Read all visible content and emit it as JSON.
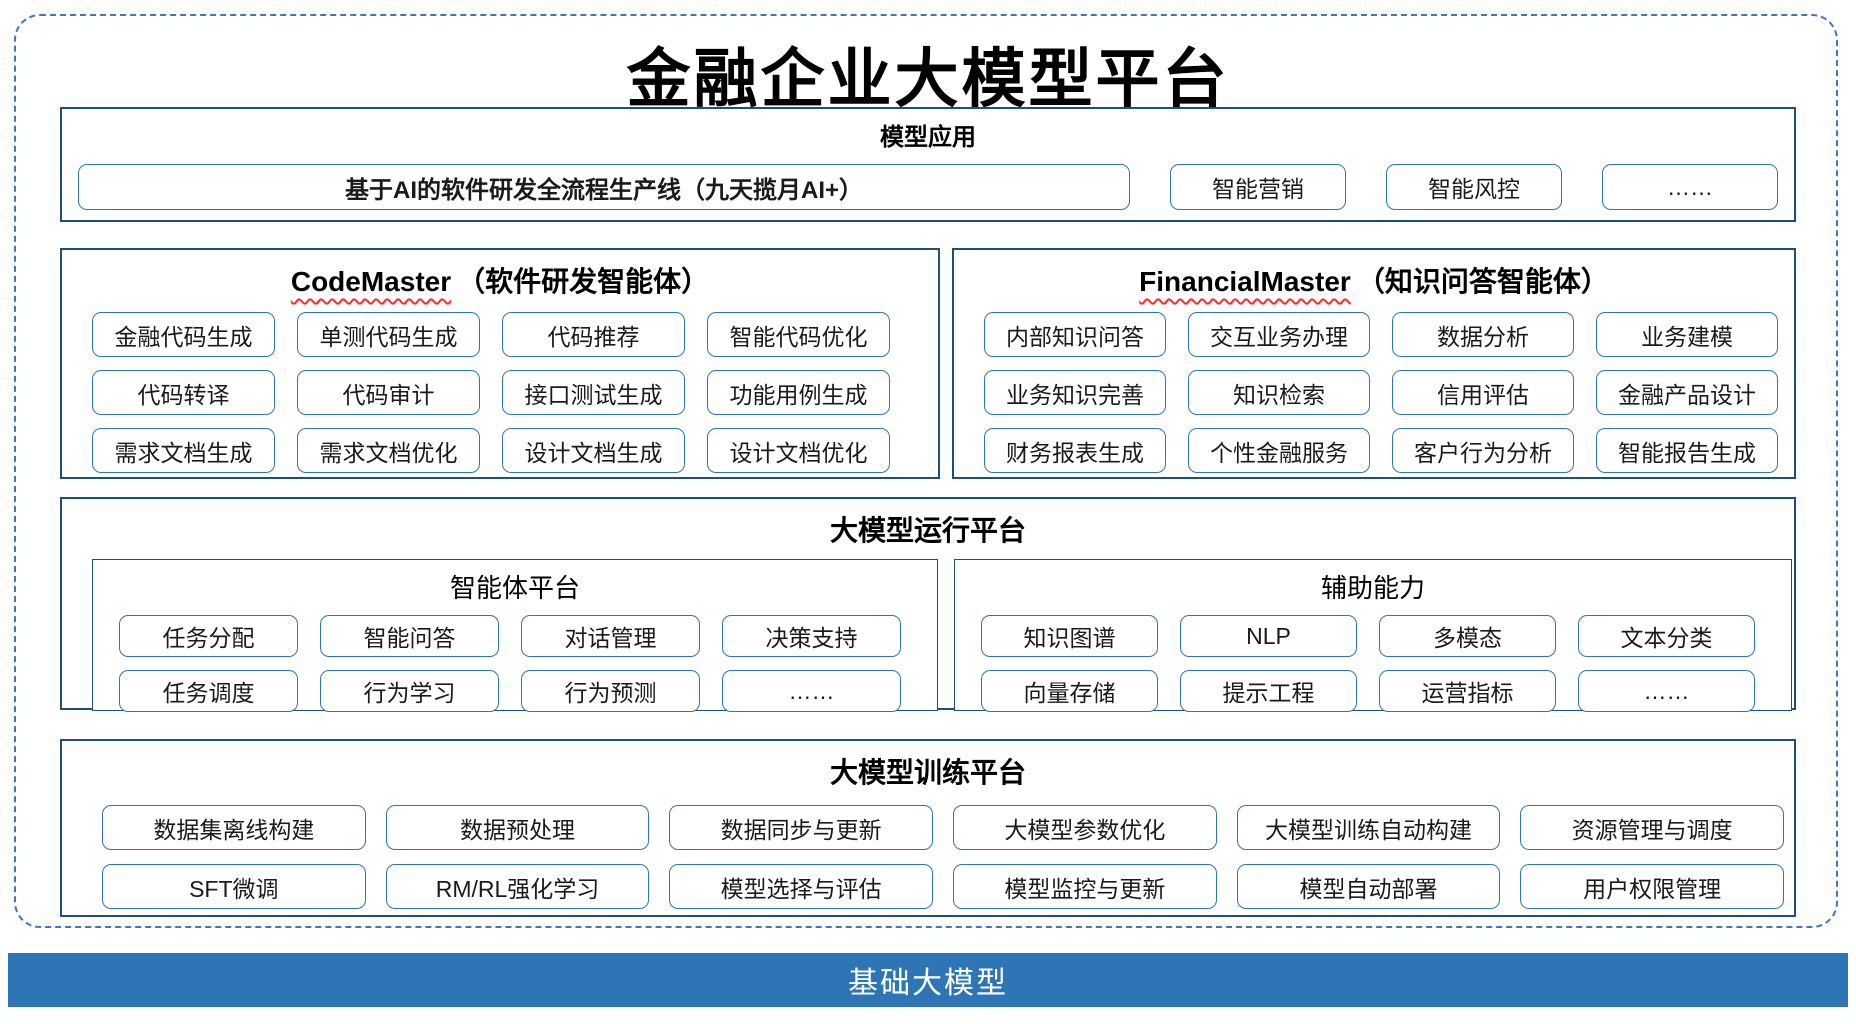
{
  "title": "金融企业大模型平台",
  "colors": {
    "accent_blue": "#2E75B6",
    "dark_border": "#1F4E79",
    "dashed_border": "#4472C4",
    "squiggle_red": "#FF2B2B",
    "foundation_bg": "#2E75B6"
  },
  "model_app": {
    "header": "模型应用",
    "pipeline": "基于AI的软件研发全流程生产线（九天揽月AI+）",
    "items": [
      "智能营销",
      "智能风控",
      "……"
    ]
  },
  "codemaster": {
    "name": "CodeMaster",
    "subtitle": "（软件研发智能体）",
    "items": [
      "金融代码生成",
      "单测代码生成",
      "代码推荐",
      "智能代码优化",
      "代码转译",
      "代码审计",
      "接口测试生成",
      "功能用例生成",
      "需求文档生成",
      "需求文档优化",
      "设计文档生成",
      "设计文档优化"
    ]
  },
  "financialmaster": {
    "name": "FinancialMaster",
    "subtitle": "（知识问答智能体）",
    "items": [
      "内部知识问答",
      "交互业务办理",
      "数据分析",
      "业务建模",
      "业务知识完善",
      "知识检索",
      "信用评估",
      "金融产品设计",
      "财务报表生成",
      "个性金融服务",
      "客户行为分析",
      "智能报告生成"
    ]
  },
  "runtime": {
    "header": "大模型运行平台",
    "agent_platform": {
      "header": "智能体平台",
      "items": [
        "任务分配",
        "智能问答",
        "对话管理",
        "决策支持",
        "任务调度",
        "行为学习",
        "行为预测",
        "……"
      ]
    },
    "auxiliary": {
      "header": "辅助能力",
      "items": [
        "知识图谱",
        "NLP",
        "多模态",
        "文本分类",
        "向量存储",
        "提示工程",
        "运营指标",
        "……"
      ]
    }
  },
  "training": {
    "header": "大模型训练平台",
    "items": [
      "数据集离线构建",
      "数据预处理",
      "数据同步与更新",
      "大模型参数优化",
      "大模型训练自动构建",
      "资源管理与调度",
      "SFT微调",
      "RM/RL强化学习",
      "模型选择与评估",
      "模型监控与更新",
      "模型自动部署",
      "用户权限管理"
    ]
  },
  "foundation": {
    "label": "基础大模型"
  }
}
